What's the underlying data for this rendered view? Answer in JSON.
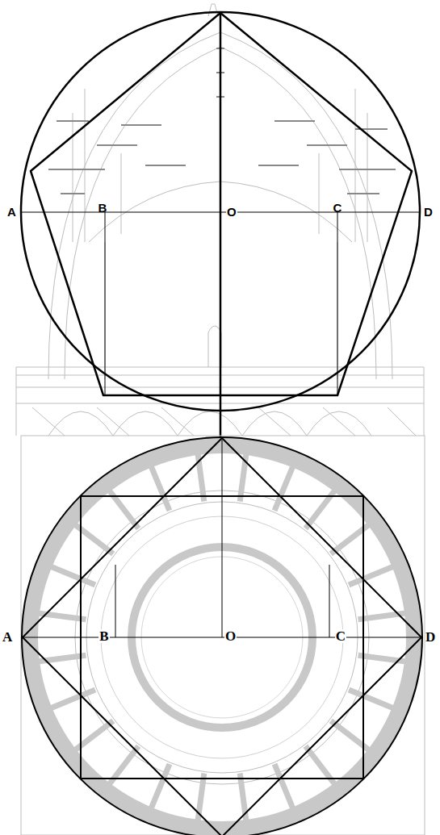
{
  "diagram": {
    "labels": [
      "A",
      "B",
      "O",
      "C",
      "D",
      "A",
      "B",
      "O",
      "C",
      "D"
    ]
  }
}
